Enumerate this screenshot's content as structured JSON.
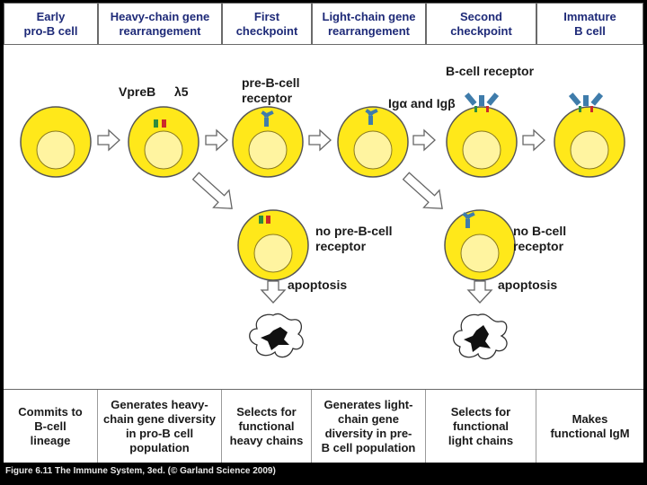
{
  "header": [
    {
      "text": "Early\npro-B cell",
      "fill": "blue"
    },
    {
      "text": "Heavy-chain gene\nrearrangement",
      "fill": "yellow"
    },
    {
      "text": "First\ncheckpoint",
      "fill": "blue"
    },
    {
      "text": "Light-chain gene\nrearrangement",
      "fill": "yellow"
    },
    {
      "text": "Second\ncheckpoint",
      "fill": "blue"
    },
    {
      "text": "Immature\nB cell",
      "fill": "yellow"
    }
  ],
  "labels": {
    "vpreb": "VpreB",
    "lambda5": "λ5",
    "pre_b_receptor_1": "pre-B-cell",
    "pre_b_receptor_2": "receptor",
    "bcr": "B-cell receptor",
    "ig_alpha_beta": "Igα and Igβ",
    "no_pre_b_1": "no pre-B-cell",
    "no_pre_b_2": "receptor",
    "no_b_1": "no B-cell",
    "no_b_2": "receptor",
    "apoptosis_1": "apoptosis",
    "apoptosis_2": "apoptosis"
  },
  "footer": [
    "Commits to\nB-cell\nlineage",
    "Generates heavy-\nchain gene diversity\nin pro-B cell\npopulation",
    "Selects for\nfunctional\nheavy chains",
    "Generates light-\nchain gene\ndiversity in pre-\nB cell population",
    "Selects for\nfunctional\nlight chains",
    "Makes\nfunctional IgM"
  ],
  "caption": "Figure 6.11 The Immune System, 3ed. (© Garland Science 2009)",
  "colors": {
    "header_blue": "#bcd6ef",
    "header_yellow": "#fff66e",
    "cell_fill": "#ffe81a",
    "nucleus": "#fff4a0",
    "receptor_blue": "#3f7cab",
    "vpreb_green": "#2e8b3e",
    "lambda5_red": "#cc2a2a"
  }
}
